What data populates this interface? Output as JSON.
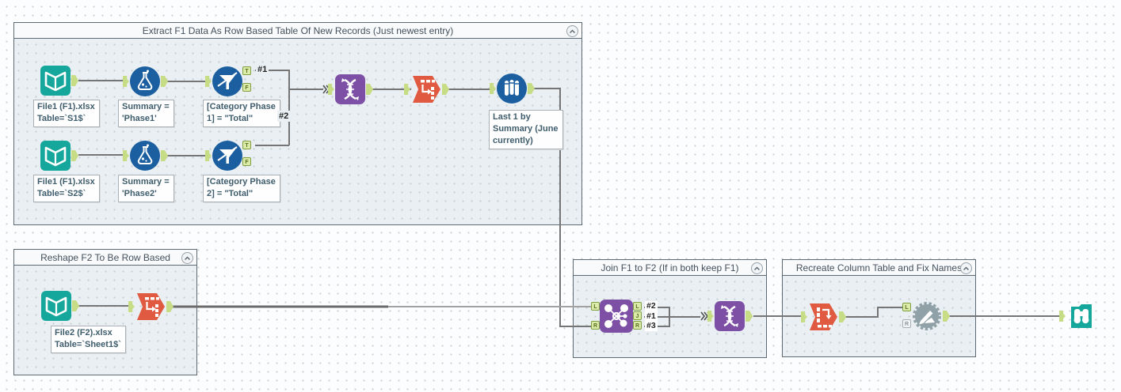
{
  "app": {
    "name": "Alteryx workflow canvas"
  },
  "containers": [
    {
      "title": "Extract F1 Data As Row Based Table Of New Records (Just newest entry)"
    },
    {
      "title": "Reshape F2 To Be Row Based"
    },
    {
      "title": "Join F1 to F2 (If in both keep F1)"
    },
    {
      "title": "Recreate Column Table and Fix Names"
    }
  ],
  "tools": [
    {
      "name": "input-data-1",
      "tool": "Input Data",
      "annotation": [
        "File1 (F1).xlsx",
        "Table=`S1$`"
      ]
    },
    {
      "name": "formula-1",
      "tool": "Formula",
      "annotation": [
        "Summary =",
        "'Phase1'"
      ]
    },
    {
      "name": "filter-1",
      "tool": "Filter",
      "annotation": [
        "[Category Phase",
        "1] = \"Total\""
      ],
      "anchors": {
        "t": "T",
        "f": "F"
      }
    },
    {
      "name": "input-data-2",
      "tool": "Input Data",
      "annotation": [
        "File1 (F1).xlsx",
        "Table=`S2$`"
      ]
    },
    {
      "name": "formula-2",
      "tool": "Formula",
      "annotation": [
        "Summary =",
        "'Phase2'"
      ]
    },
    {
      "name": "filter-2",
      "tool": "Filter",
      "annotation": [
        "[Category Phase",
        "2] = \"Total\""
      ],
      "anchors": {
        "t": "T",
        "f": "F"
      }
    },
    {
      "name": "union-1",
      "tool": "Union"
    },
    {
      "name": "transpose-1",
      "tool": "Transpose"
    },
    {
      "name": "sample-1",
      "tool": "Sample",
      "annotation": [
        "Last 1 by",
        "Summary (June",
        "currently)"
      ]
    },
    {
      "name": "input-data-3",
      "tool": "Input Data",
      "annotation": [
        "File2 (F2).xlsx",
        "Table=`Sheet1$`"
      ]
    },
    {
      "name": "transpose-2",
      "tool": "Transpose"
    },
    {
      "name": "join-1",
      "tool": "Join",
      "anchors": {
        "in_l": "L",
        "in_r": "R",
        "out_l": "L",
        "out_j": "J",
        "out_r": "R"
      }
    },
    {
      "name": "union-2",
      "tool": "Union"
    },
    {
      "name": "cross-tab-1",
      "tool": "Cross Tab"
    },
    {
      "name": "dynamic-rename-1",
      "tool": "Dynamic Rename",
      "anchors": {
        "in_l": "L",
        "in_r": "R"
      }
    },
    {
      "name": "browse-1",
      "tool": "Browse"
    }
  ],
  "wire_labels": {
    "filter1_true": "#1",
    "filter2_true": "#2",
    "join_out_l": "#2",
    "join_out_j": "#1",
    "join_out_r": "#3"
  },
  "colors": {
    "teal": "#16a79c",
    "blue": "#1b5fa0",
    "purple": "#7d4fa5",
    "orange": "#df5a40",
    "gray_tool": "#90a1a8",
    "anchor_green": "#c6dd85",
    "wire": "#757575",
    "container_bg": "#e9eff2",
    "title_text": "#44505c",
    "annotation_text": "#3f5d6d"
  }
}
